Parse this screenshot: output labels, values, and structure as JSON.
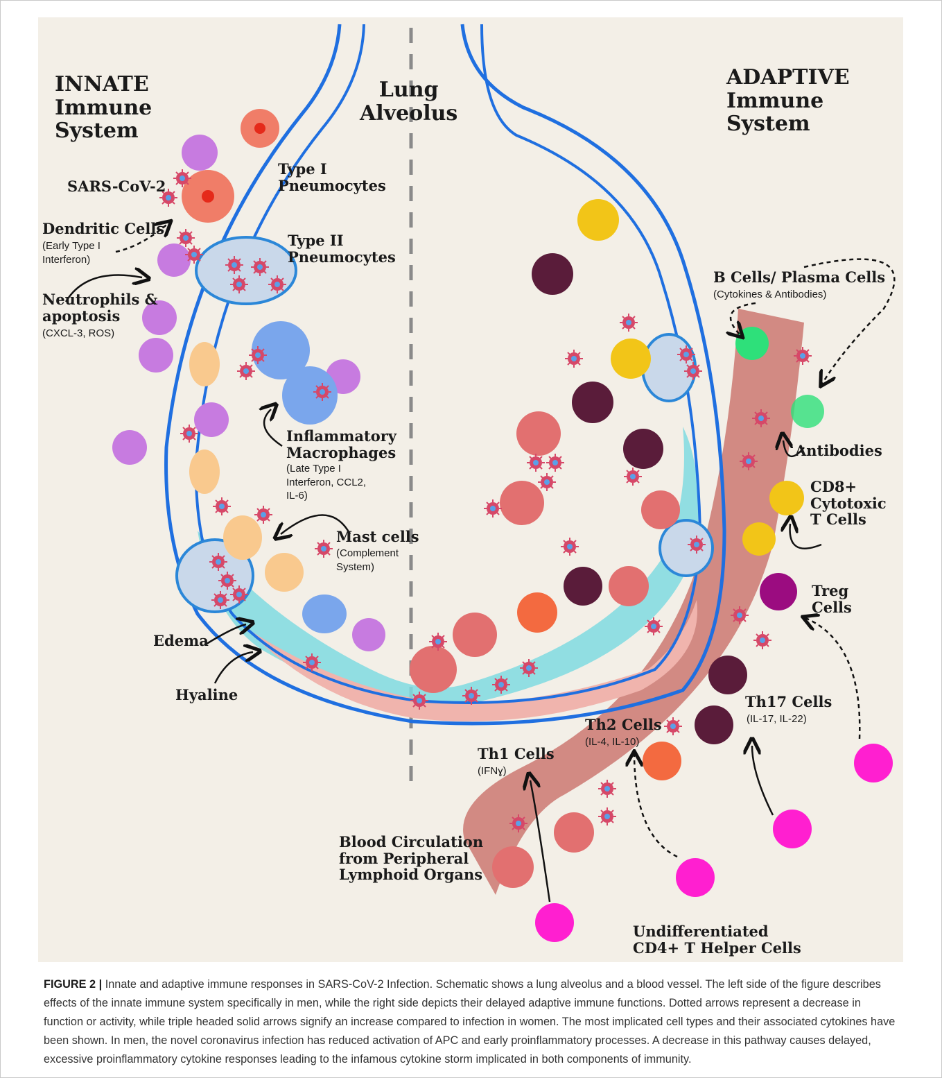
{
  "figure": {
    "label": "FIGURE 2 |",
    "caption": "Innate and adaptive immune responses in SARS-CoV-2 Infection. Schematic shows a lung alveolus and a blood vessel. The left side of the figure describes effects of the innate immune system specifically in men, while the right side depicts their delayed adaptive immune functions. Dotted arrows represent a decrease in function or activity, while triple headed solid arrows signify an increase compared to infection in women. The most implicated cell types and their associated cytokines have been shown. In men, the novel coronavirus infection has reduced activation of APC and early proinflammatory processes. A decrease in this pathway causes delayed, excessive proinflammatory cytokine responses leading to the infamous cytokine storm implicated in both components of immunity."
  },
  "headings": {
    "innate": [
      "INNATE",
      "Immune",
      "System"
    ],
    "center": [
      "Lung",
      "Alveolus"
    ],
    "adaptive": [
      "ADAPTIVE",
      "Immune",
      "System"
    ]
  },
  "labels": {
    "sars": "SARS-CoV-2",
    "type1": [
      "Type I",
      "Pneumocytes"
    ],
    "type2": [
      "Type II",
      "Pneumocytes"
    ],
    "dendritic": "Dendritic Cells",
    "dendritic_sub": [
      "(Early Type I",
      "Interferon)"
    ],
    "neutrophils": [
      "Neutrophils &",
      "apoptosis"
    ],
    "neutrophils_sub": "(CXCL-3, ROS)",
    "macrophages": [
      "Inflammatory",
      "Macrophages"
    ],
    "macrophages_sub": [
      "(Late Type I",
      "Interferon, CCL2,",
      "IL-6)"
    ],
    "mast": "Mast cells",
    "mast_sub": [
      "(Complement",
      "System)"
    ],
    "edema": "Edema",
    "hyaline": "Hyaline",
    "bcells": "B Cells/ Plasma Cells",
    "bcells_sub": "(Cytokines & Antibodies)",
    "antibodies": "Antibodies",
    "cd8": [
      "CD8+",
      "Cytotoxic",
      "T Cells"
    ],
    "treg": [
      "Treg",
      "Cells"
    ],
    "th17": "Th17 Cells",
    "th17_sub": "(IL-17, IL-22)",
    "th2": "Th2 Cells",
    "th2_sub": "(IL-4, IL-10)",
    "th1": "Th1 Cells",
    "th1_sub": "(IFNɣ)",
    "blood": [
      "Blood Circulation",
      "from Peripheral",
      "Lymphoid Organs"
    ],
    "undiff": [
      "Undifferentiated",
      "CD4+ T Helper Cells"
    ]
  },
  "colors": {
    "background": "#f3efe7",
    "membrane": "#1f6fe0",
    "edema": "#7fdbe0",
    "vessel": "#c9706a",
    "virus": "#d64868",
    "undifferentiated": "#ff1fd0"
  }
}
